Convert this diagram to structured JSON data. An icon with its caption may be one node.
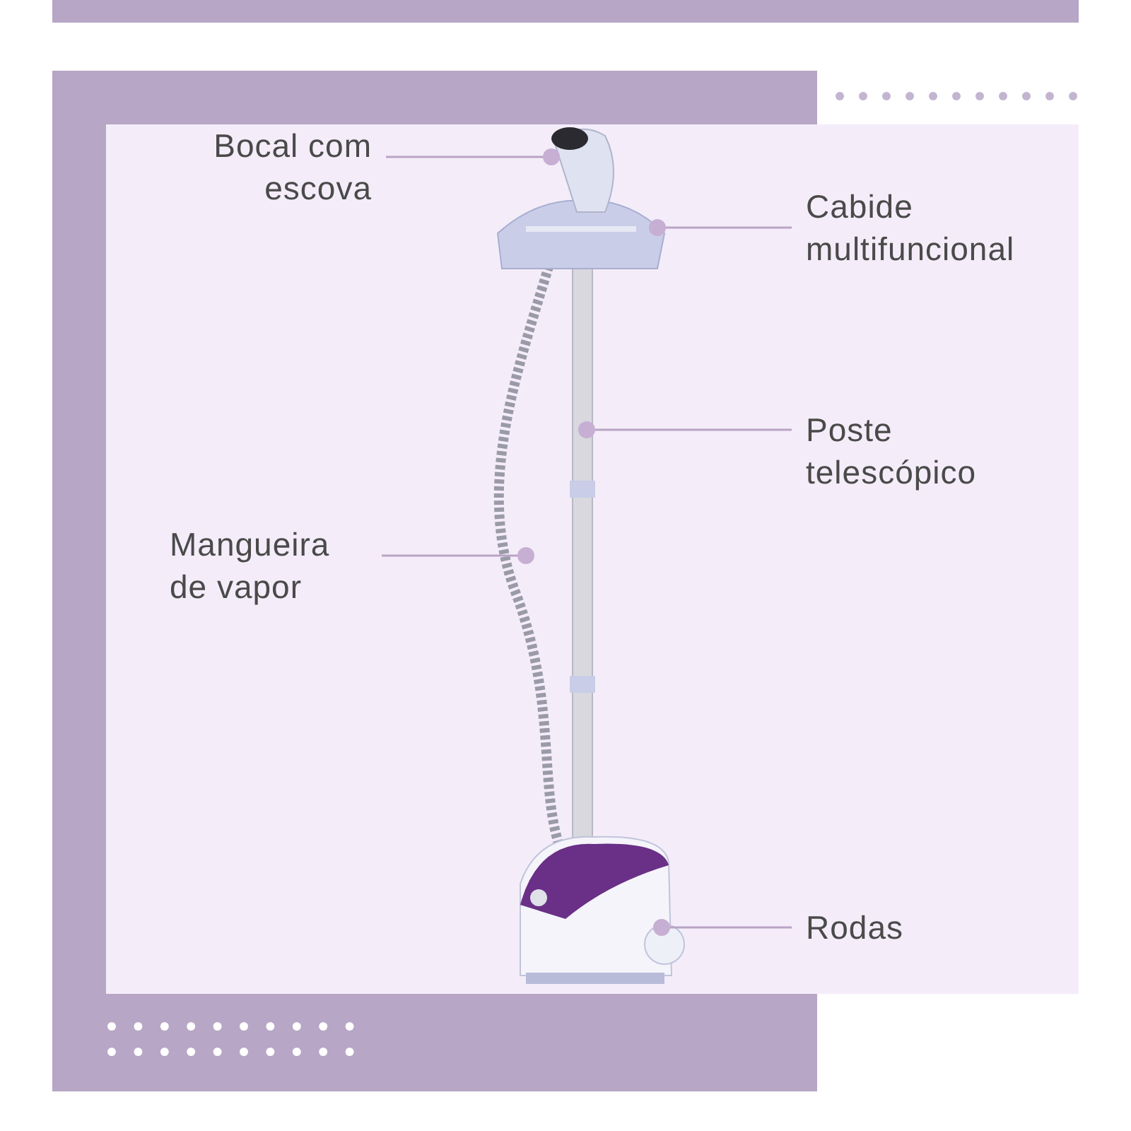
{
  "diagram": {
    "nodes": [
      {
        "text": [
          "Bocal com escova"
        ]
      },
      {
        "text": [
          "Cabide multifuncional"
        ]
      },
      {
        "text": [
          "Poste telescópico"
        ]
      },
      {
        "text": [
          "Mangueira de vapor"
        ]
      },
      {
        "text": [
          "Rodas"
        ]
      },
      {
        "text": [],
        "shape": "circle"
      },
      {
        "text": [],
        "shape": "circle"
      },
      {
        "text": [],
        "shape": "circle"
      },
      {
        "text": [],
        "shape": "circle"
      },
      {
        "text": [],
        "shape": "circle"
      }
    ],
    "edges": [
      {
        "from": 0,
        "to": 5,
        "arrow": "none"
      },
      {
        "from": 1,
        "to": 6,
        "arrow": "none"
      },
      {
        "from": 2,
        "to": 7,
        "arrow": "none"
      },
      {
        "from": 3,
        "to": 8,
        "arrow": "none"
      },
      {
        "from": 4,
        "to": 9,
        "arrow": "none"
      }
    ]
  }
}
